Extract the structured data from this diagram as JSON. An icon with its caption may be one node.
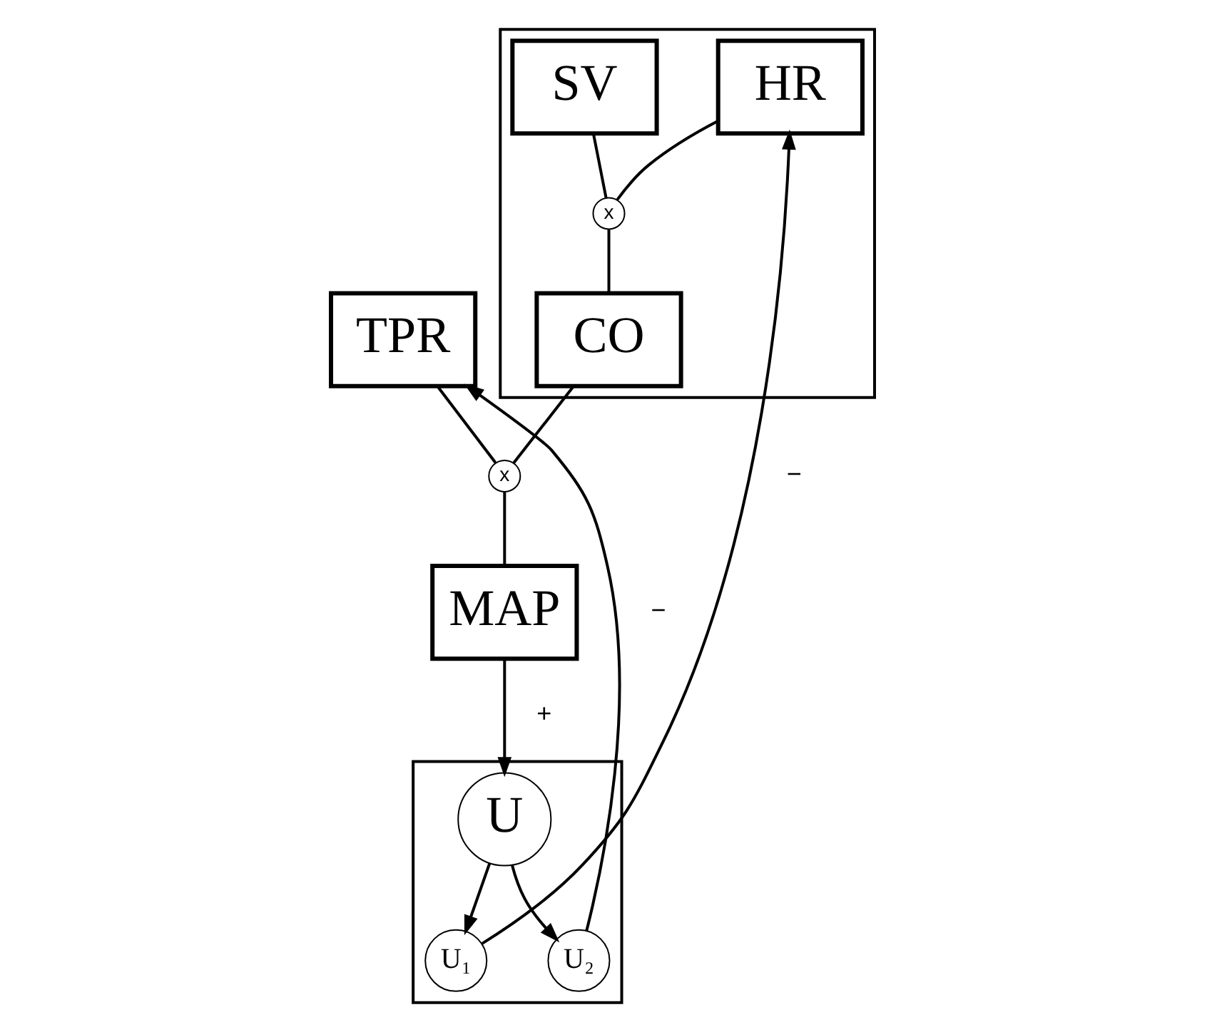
{
  "diagram": {
    "nodes": [
      {
        "text": [],
        "shape": "box"
      },
      {
        "text": [
          "HR"
        ],
        "in": 0
      },
      {
        "text": [
          "SV"
        ],
        "in": 0
      },
      {
        "text": [
          "x"
        ],
        "in": 0
      },
      {
        "text": [
          "CO"
        ],
        "in": 0
      },
      {
        "text": [
          "TPR"
        ]
      },
      {
        "text": [
          "x"
        ]
      },
      {
        "text": [
          "MAP"
        ]
      },
      {
        "text": [],
        "shape": "box"
      },
      {
        "text": [
          "U₁"
        ],
        "in": 8
      },
      {
        "text": [
          "U₂"
        ],
        "in": 8
      },
      {
        "text": [
          "U"
        ],
        "in": 8
      }
    ],
    "edges": [
      {
        "from": 1,
        "to": 3,
        "arrow": "none"
      },
      {
        "from": 2,
        "to": 3,
        "arrow": "none"
      },
      {
        "from": 3,
        "to": 4,
        "arrow": "none"
      },
      {
        "from": 5,
        "to": 6,
        "arrow": "none"
      },
      {
        "from": 4,
        "to": 6,
        "arrow": "none"
      },
      {
        "from": 6,
        "to": 7,
        "arrow": "none"
      },
      {
        "from": 7,
        "to": 11,
        "arrow": "to",
        "label": "+"
      },
      {
        "from": 11,
        "to": 9,
        "arrow": "to"
      },
      {
        "from": 11,
        "to": 10,
        "arrow": "to"
      },
      {
        "from": 9,
        "to": 1,
        "arrow": "to",
        "label": "−"
      },
      {
        "from": 10,
        "to": 5,
        "arrow": "to",
        "label": "−"
      }
    ]
  }
}
